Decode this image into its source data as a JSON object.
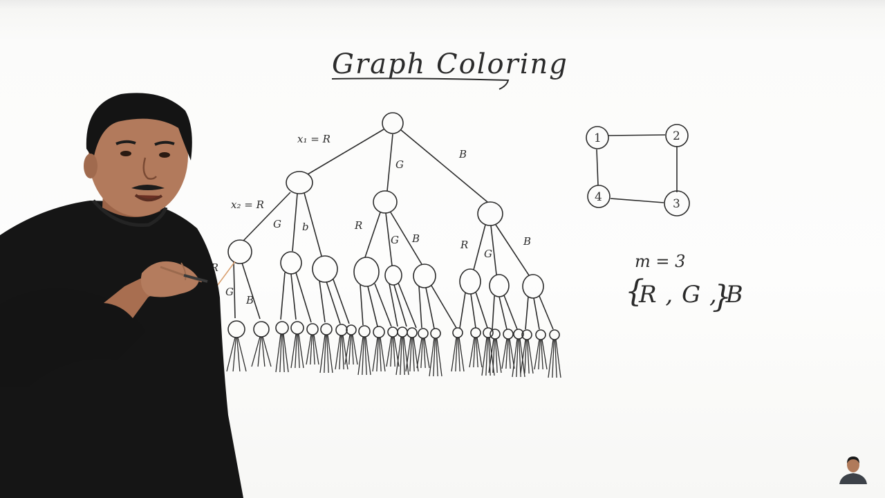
{
  "board": {
    "title": "Graph Coloring",
    "root_edge_labels": [
      "x₁ = R",
      "G",
      "B"
    ],
    "level2_label": "x₂ = R",
    "level2_side_labels": [
      "G",
      "b"
    ],
    "middle_labels": [
      "R",
      "G",
      "B"
    ],
    "right_labels": [
      "R",
      "G",
      "B"
    ],
    "level3_labels": [
      "=R",
      "G",
      "B"
    ],
    "graph": {
      "vertices": [
        "1",
        "2",
        "3",
        "4"
      ]
    },
    "m_value": "m = 3",
    "color_set_open": "{",
    "color_set": "R , G , B",
    "color_set_close": "}"
  },
  "colors": {
    "ink": "#2a2a2a",
    "board": "#fbfbfa",
    "shirt": "#151515",
    "skin": "#b27a5c"
  }
}
